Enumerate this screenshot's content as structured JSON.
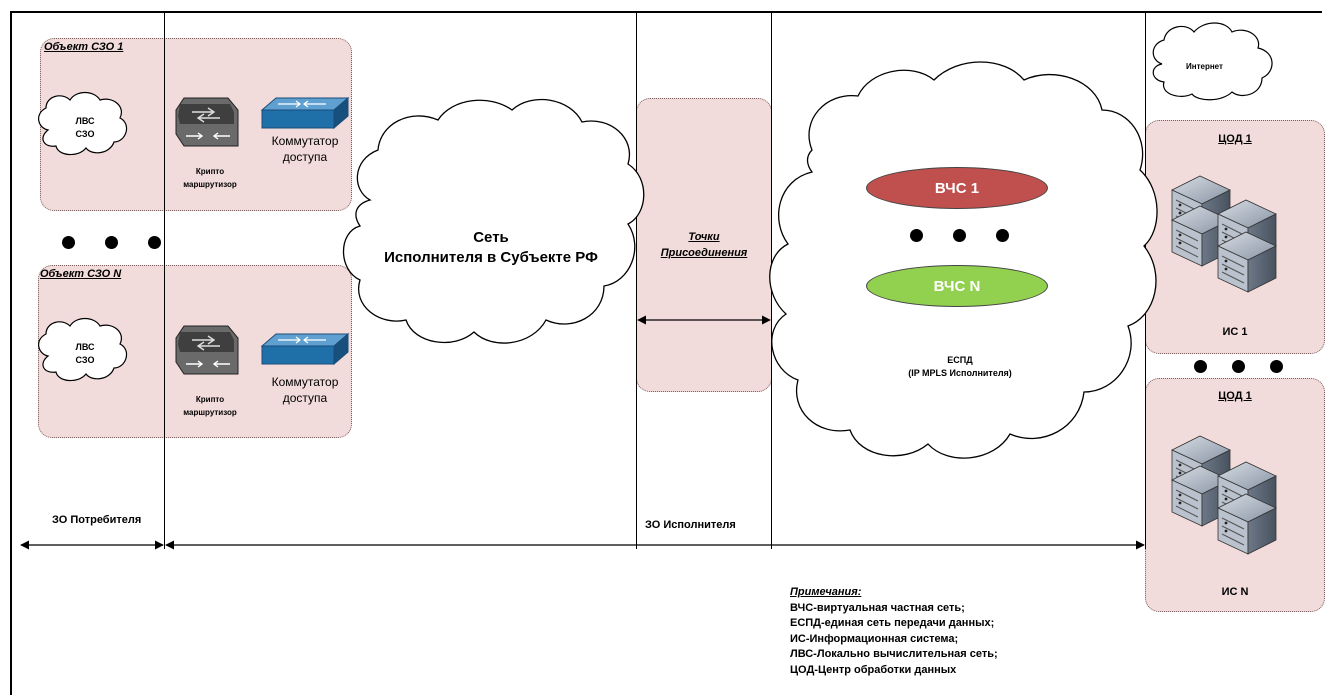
{
  "consumer_objects": [
    {
      "title": "Объект СЗО 1",
      "lan": "ЛВС\nСЗО",
      "router_label": "Крипто\nмаршрутизор",
      "switch_label": "Коммутатор\nдоступа"
    },
    {
      "title": "Объект СЗО N",
      "lan": "ЛВС\nСЗО",
      "router_label": "Крипто\nмаршрутизор",
      "switch_label": "Коммутатор\nдоступа"
    }
  ],
  "operator_network": "Сеть\nИсполнителя в Субъекте РФ",
  "connection_points": "Точки\nПрисоединения",
  "espd": {
    "vpn_1": "ВЧС 1",
    "vpn_n": "ВЧС N",
    "label": "ЕСПД\n(IP MPLS Исполнителя)",
    "vpn_1_color": "#c0504d",
    "vpn_n_color": "#92d050"
  },
  "internet": "Интернет",
  "data_centers": [
    {
      "title": "ЦОД 1",
      "system": "ИС 1"
    },
    {
      "title": "ЦОД 1",
      "system": "ИС N"
    }
  ],
  "zones": {
    "consumer": "ЗО Потребителя",
    "operator": "ЗО Исполнителя"
  },
  "notes": {
    "title": "Примечания:",
    "items": [
      "ВЧС-виртуальная частная сеть;",
      "ЕСПД-единая сеть передачи данных;",
      "ИС-Информационная система;",
      "ЛВС-Локально вычислительная сеть;",
      "ЦОД-Центр обработки данных"
    ]
  },
  "icons": {
    "router": "crypto-router-icon",
    "switch": "access-switch-icon",
    "server": "server-rack-icon",
    "cloud": "cloud-icon"
  },
  "colors": {
    "zone_fill": "#f2dcdb",
    "switch_blue": "#1f6fa8"
  }
}
